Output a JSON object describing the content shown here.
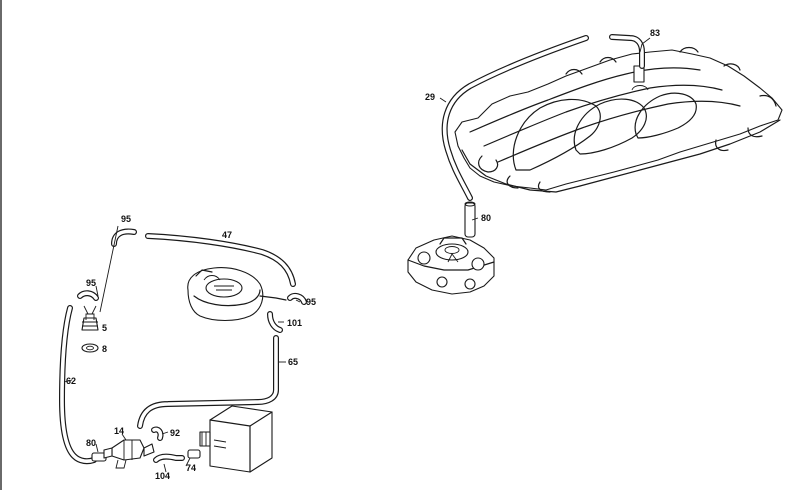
{
  "labels": {
    "p83": "83",
    "p29": "29",
    "p80_top": "80",
    "p95_a": "95",
    "p47": "47",
    "p95_b": "95",
    "p95_c": "95",
    "p5": "5",
    "p8": "8",
    "p101": "101",
    "p65": "65",
    "p62": "62",
    "p14": "14",
    "p92": "92",
    "p80_bottom": "80",
    "p74": "74",
    "p104": "104"
  }
}
